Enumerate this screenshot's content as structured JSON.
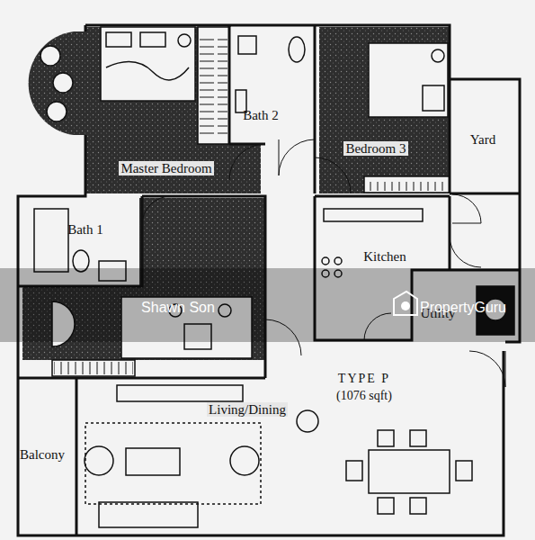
{
  "diagram": {
    "nodes": [
      {
        "text": [
          "Master Bedroom"
        ]
      },
      {
        "text": [
          "Bath 2"
        ]
      },
      {
        "text": [
          "Bedroom 3"
        ]
      },
      {
        "text": [
          "Yard"
        ]
      },
      {
        "text": [
          "Bath 1"
        ]
      },
      {
        "text": [
          "Kitchen"
        ]
      },
      {
        "text": [
          "Utility"
        ]
      },
      {
        "text": [
          "Living/Dining"
        ]
      },
      {
        "text": [
          "Balcony"
        ]
      }
    ],
    "labels": [
      "TYPE P",
      "(1076 sqft)",
      "Shawn Son",
      "PropertyGuru"
    ]
  }
}
